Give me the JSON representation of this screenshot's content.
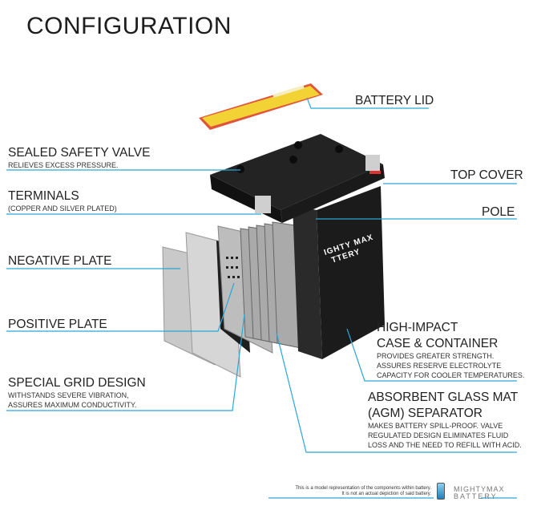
{
  "title": "CONFIGURATION",
  "callouts": {
    "battery_lid": {
      "title": "BATTERY LID"
    },
    "sealed_valve": {
      "title": "SEALED SAFETY VALVE",
      "desc": "RELIEVES EXCESS PRESSURE."
    },
    "terminals": {
      "title": "TERMINALS",
      "desc": "(COPPER AND SILVER PLATED)"
    },
    "top_cover": {
      "title": "TOP COVER"
    },
    "pole": {
      "title": "POLE"
    },
    "negative_plate": {
      "title": "NEGATIVE PLATE"
    },
    "positive_plate": {
      "title": "POSITIVE PLATE"
    },
    "high_impact": {
      "title1": "HIGH-IMPACT",
      "title2": "CASE & CONTAINER",
      "desc1": "PROVIDES GREATER STRENGTH.",
      "desc2": "ASSURES RESERVE ELECTROLYTE",
      "desc3": "CAPACITY FOR COOLER TEMPERATURES."
    },
    "grid": {
      "title": "SPECIAL GRID DESIGN",
      "desc1": "WITHSTANDS SEVERE VIBRATION,",
      "desc2": "ASSURES MAXIMUM CONDUCTIVITY."
    },
    "agm": {
      "title1": "ABSORBENT GLASS MAT",
      "title2": "(AGM) SEPARATOR",
      "desc1": "MAKES BATTERY SPILL-PROOF. VALVE",
      "desc2": "REGULATED DESIGN ELIMINATES FLUID",
      "desc3": "LOSS AND THE NEED TO REFILL WITH ACID."
    }
  },
  "battery_label": {
    "line1": "IGHTY MAX",
    "line2": "TTERY"
  },
  "footer": {
    "note1": "This is a model representation of the components within battery.",
    "note2": "It is not an actual depiction of said battery.",
    "logo1": "MIGHTYMAX",
    "logo2": "BATTERY"
  },
  "colors": {
    "leader": "#2aa6d6",
    "case": "#1b1b1b",
    "lid": "#f2d234",
    "lid_border": "#e0553a"
  }
}
